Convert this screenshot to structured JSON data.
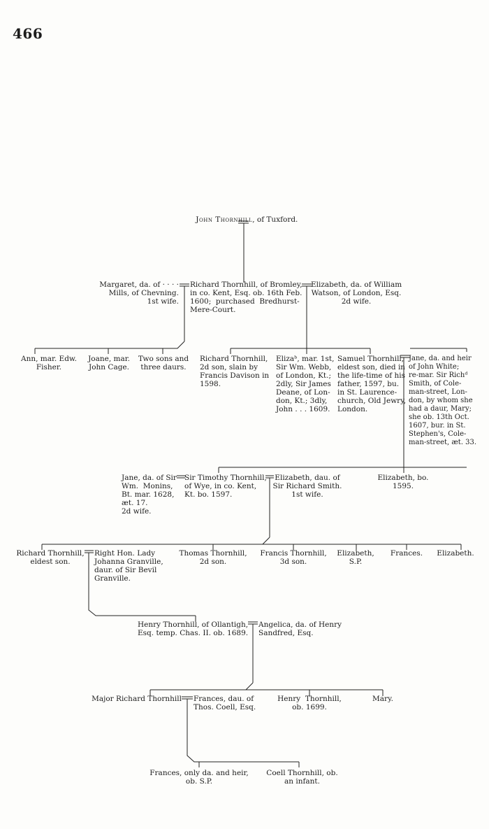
{
  "page_number": "466",
  "root": {
    "name": "John Thornhill",
    "suffix": ", of Tuxford."
  },
  "gen1": {
    "margaret": "Margaret, da. of · · · ·\nMills, of Chevning.\n1st wife.",
    "richard": "Richard Thornhill, of Bromley,\nin co. Kent, Esq. ob. 16th Feb.\n1600;  purchased  Bredhurst-\nMere-Court.",
    "elizabeth": "Elizabeth, da. of William\nWatson, of London, Esq.\n2d wife."
  },
  "gen2": {
    "ann": "Ann, mar. Edw.\nFisher.",
    "joane": "Joane, mar.\nJohn Cage.",
    "two_sons": "Two sons and\nthree daurs.",
    "richard_2d": "Richard Thornhill,\n2d son, slain by\nFrancis Davison in\n1598.",
    "eliza": "Elizaᵇ, mar. 1st,\nSir Wm. Webb,\nof London, Kt.;\n2dly, Sir James\nDeane, of Lon-\ndon, Kt.; 3dly,\nJohn . . . 1609.",
    "samuel": "Samuel Thornhill,\neldest son, died in\nthe life-time of his\nfather, 1597, bu.\nin St. Laurence-\nchurch, Old Jewry,\nLondon.",
    "jane": "Jane, da. and heir\nof John White;\nre-mar. Sir Richᵈ\nSmith, of Cole-\nman-street, Lon-\ndon, by whom she\nhad a daur, Mary;\nshe ob. 13th Oct.\n1607, bur. in St.\nStephen's, Cole-\nman-street, æt. 33."
  },
  "gen3": {
    "jane_monins": "Jane, da. of Sir\nWm.  Monins,\nBt. mar. 1628,\næt. 17.\n2d wife.",
    "timothy": "Sir Timothy Thornhill,\nof Wye, in co. Kent,\nKt. bo. 1597.",
    "elizabeth_smith": "Elizabeth, dau. of\nSir Richard Smith.\n1st wife.",
    "elizabeth_1595": "Elizabeth, bo.\n1595."
  },
  "gen4": {
    "richard_eldest": "Richard Thornhill,\neldest son.",
    "johanna": "Right Hon. Lady\nJohanna Granville,\ndaur. of Sir Bevil\nGranville.",
    "thomas": "Thomas Thornhill,\n2d son.",
    "francis": "Francis Thornhill,\n3d son.",
    "elizabeth_sp": "Elizabeth,\nS.P.",
    "frances": "Frances.",
    "elizabeth_last": "Elizabeth."
  },
  "gen5": {
    "henry": "Henry Thornhill, of Ollantigh,\nEsq. temp. Chas. II. ob. 1689.",
    "angelica": "Angelica, da. of Henry\nSandfred, Esq."
  },
  "gen6": {
    "major_richard": "Major Richard Thornhill",
    "frances_coell": "Frances, dau. of\nThos. Coell, Esq.",
    "henry_1699": "Henry  Thornhill,\nob. 1699.",
    "mary": "Mary."
  },
  "gen7": {
    "frances_only": "Frances, only da. and heir,\nob. S.P.",
    "coell": "Coell Thornhill, ob.\nan infant."
  }
}
